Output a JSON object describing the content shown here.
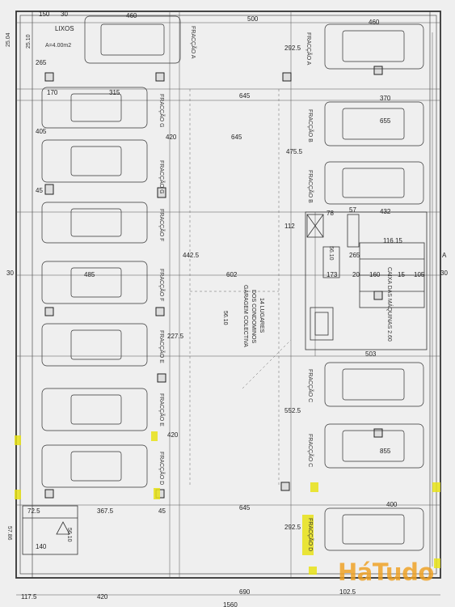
{
  "drawing": {
    "title_block": {
      "lixos_label": "LIXOS",
      "area_label": "A=4.00m2",
      "area_top": "25.10",
      "area_left": "25.04"
    },
    "common_area": {
      "title": "GARAGEM COLECTIVA",
      "subtitle": "DOS CONDOMINOS",
      "places": "14 LUGARES",
      "area": "56.10"
    },
    "stair_block": {
      "label": "CAIXA DAS MÁQUINAS 2.60",
      "area": "56.10"
    },
    "section_marker": "A",
    "lower_left_area": "56.10",
    "side_area": "57.86",
    "dimensions": {
      "top_150": "150",
      "top_30": "30",
      "top_460_left": "460",
      "top_500": "500",
      "top_460_right": "460",
      "d265": "265",
      "d170": "170",
      "d315": "315",
      "d645_a": "645",
      "d370": "370",
      "d292_a": "292.5",
      "d292_b": "292.5",
      "d655": "655",
      "d405": "405",
      "d420_a": "420",
      "d645_b": "645",
      "d475": "475.5",
      "d45_a": "45",
      "d78": "78",
      "d57": "57",
      "d432": "432",
      "d112": "112",
      "d442": "442.5",
      "d602": "602",
      "d485": "485",
      "d173": "173",
      "d20": "20",
      "d160": "160",
      "d15": "15",
      "d105": "105",
      "d265_b": "265",
      "d116": "116.15",
      "d227": "227.5",
      "d503": "503",
      "d552": "552.5",
      "d420_b": "420",
      "d855": "855",
      "d72": "72.5",
      "d367": "367.5",
      "d45_b": "45",
      "d645_c": "645",
      "d400": "400",
      "d140": "140",
      "d117": "117.5",
      "d420_c": "420",
      "d690": "690",
      "d102": "102.5",
      "d30_a": "30",
      "d30_b": "30",
      "d1560": "1560"
    },
    "fractions": {
      "A_left": "FRACÇÃO A",
      "A_right": "FRACÇÃO A",
      "B_1": "FRACÇÃO B",
      "B_2": "FRACÇÃO B",
      "G_1": "FRACÇÃO G",
      "G_2": "FRACÇÃO G",
      "F_1": "FRACÇÃO F",
      "F_2": "FRACÇÃO F",
      "E_1": "FRACÇÃO E",
      "E_2": "FRACÇÃO E",
      "C_1": "FRACÇÃO C",
      "C_2": "FRACÇÃO C",
      "D_1": "FRACÇÃO D",
      "D_2": "FRACÇÃO D"
    }
  },
  "watermark": {
    "brand": "HáTudo",
    "color": "#f0a020"
  }
}
